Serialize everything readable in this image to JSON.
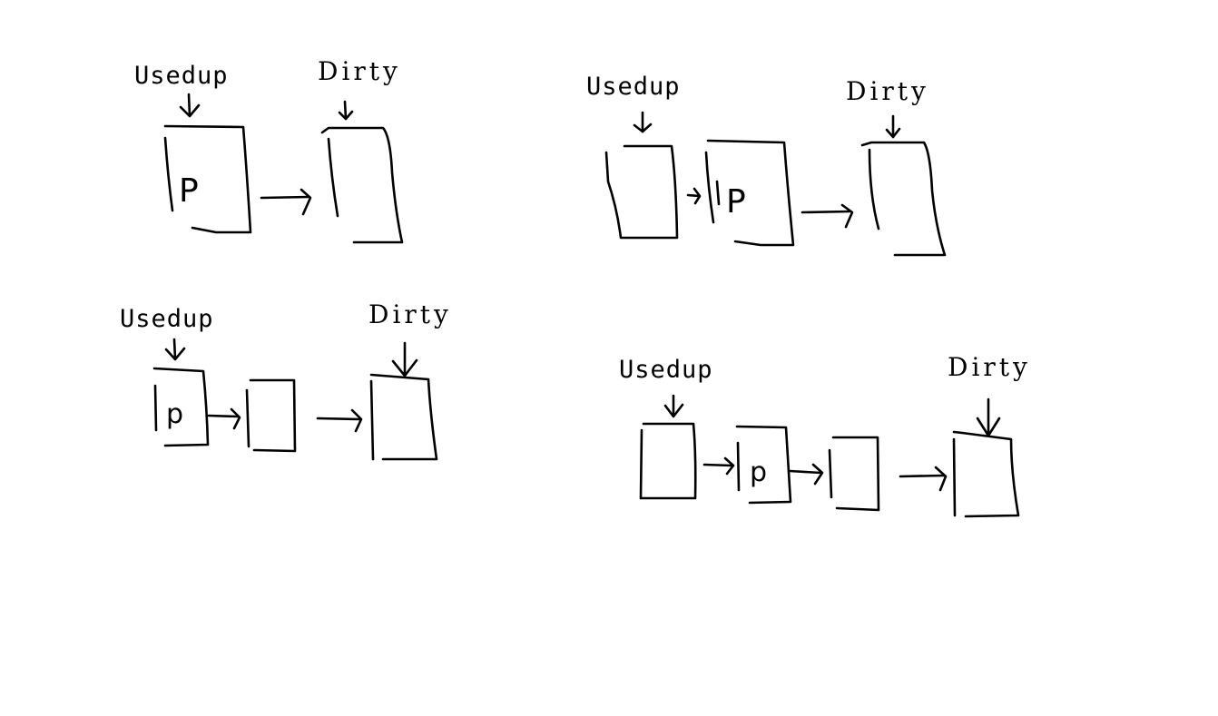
{
  "diagrams": [
    {
      "id": "top-left",
      "pointer_labels": {
        "used_up": "Usedup",
        "dirty": "Dirty"
      },
      "blocks": [
        {
          "label": "P"
        },
        {
          "label": ""
        }
      ]
    },
    {
      "id": "top-right",
      "pointer_labels": {
        "used_up": "Usedup",
        "dirty": "Dirty"
      },
      "blocks": [
        {
          "label": ""
        },
        {
          "label": "P"
        },
        {
          "label": ""
        }
      ]
    },
    {
      "id": "bottom-left",
      "pointer_labels": {
        "used_up": "Usedup",
        "dirty": "Dirty"
      },
      "blocks": [
        {
          "label": "p"
        },
        {
          "label": ""
        },
        {
          "label": ""
        }
      ]
    },
    {
      "id": "bottom-right",
      "pointer_labels": {
        "used_up": "Usedup",
        "dirty": "Dirty"
      },
      "blocks": [
        {
          "label": ""
        },
        {
          "label": "p"
        },
        {
          "label": ""
        },
        {
          "label": ""
        }
      ]
    }
  ]
}
